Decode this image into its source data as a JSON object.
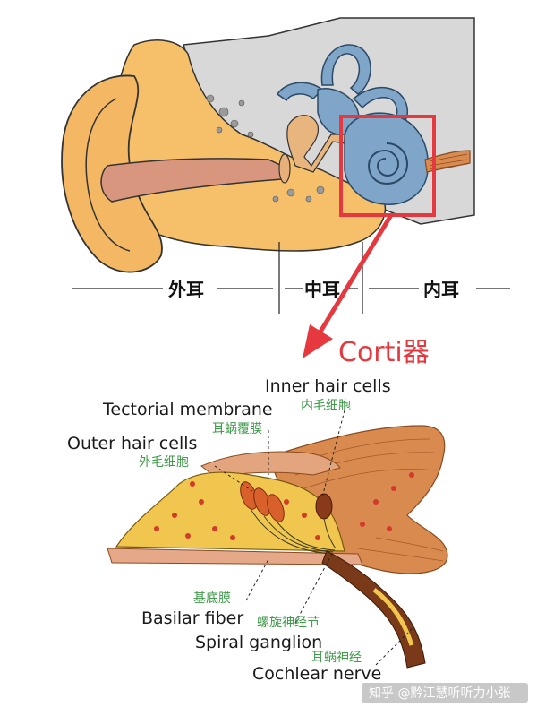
{
  "regions": {
    "outer_ear": "外耳",
    "middle_ear": "中耳",
    "inner_ear": "内耳"
  },
  "callout": "Corti器",
  "labels": {
    "inner_hair_cells_en": "Inner hair cells",
    "inner_hair_cells_zh": "内毛细胞",
    "tectorial_membrane_en": "Tectorial membrane",
    "tectorial_membrane_zh": "耳蜗覆膜",
    "outer_hair_cells_en": "Outer hair cells",
    "outer_hair_cells_zh": "外毛细胞",
    "basilar_fiber_zh": "基底膜",
    "basilar_fiber_en": "Basilar fiber",
    "spiral_ganglion_zh": "螺旋神经节",
    "spiral_ganglion_en": "Spiral ganglion",
    "cochlear_nerve_zh": "耳蜗神经",
    "cochlear_nerve_en": "Cochlear nerve"
  },
  "watermark": "知乎 @黔江慧听听力小张",
  "colors": {
    "accent_red": "#e5393f",
    "label_green": "#3f9a4a",
    "skin": "#f6c06a",
    "canal": "#d9967e",
    "cochlea": "#7fa6c9",
    "muscle": "#d98a4f"
  }
}
